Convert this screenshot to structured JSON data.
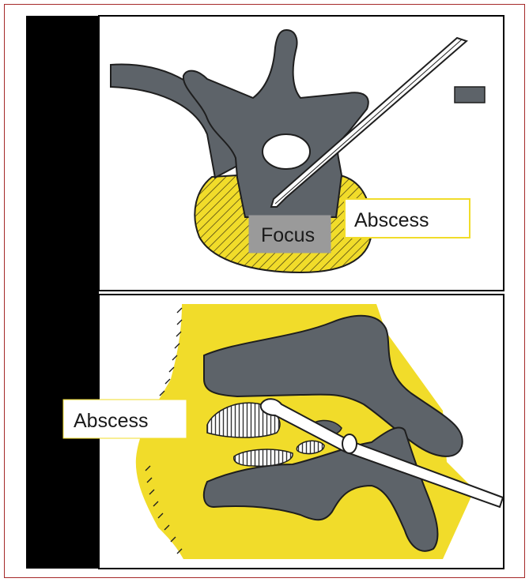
{
  "top_panel": {
    "focus_label": "Focus",
    "abscess_label": "Abscess"
  },
  "bottom_panel": {
    "abscess_label": "Abscess"
  },
  "colors": {
    "border": "#a52a2a",
    "bone": "#5d6369",
    "bone_outline": "#1e1e1e",
    "abscess": "#f1dc2a",
    "sidebar": "#000000",
    "label_box_gray": "#9a9a9a"
  }
}
